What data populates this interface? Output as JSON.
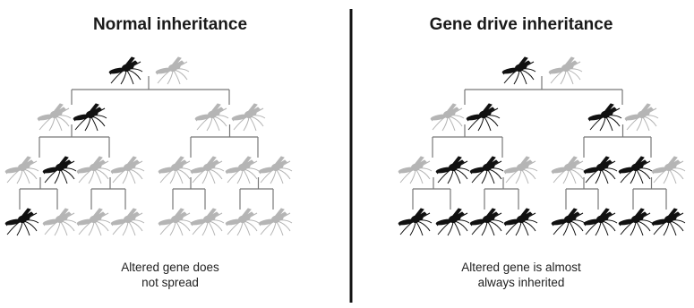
{
  "panels": [
    {
      "title": "Normal inheritance",
      "caption_lines": [
        "Altered gene does",
        "not spread"
      ],
      "generations": [
        [
          "dark",
          "light"
        ],
        [
          "light",
          "dark",
          "light",
          "light"
        ],
        [
          "light",
          "dark",
          "light",
          "light",
          "light",
          "light",
          "light",
          "light"
        ],
        [
          "dark",
          "light",
          "light",
          "light",
          "light",
          "light",
          "light",
          "light"
        ]
      ]
    },
    {
      "title": "Gene drive inheritance",
      "caption_lines": [
        "Altered gene is almost",
        "always inherited"
      ],
      "generations": [
        [
          "dark",
          "light"
        ],
        [
          "light",
          "dark",
          "dark",
          "light"
        ],
        [
          "light",
          "dark",
          "dark",
          "light",
          "light",
          "dark",
          "dark",
          "light"
        ],
        [
          "dark",
          "dark",
          "dark",
          "dark",
          "dark",
          "dark",
          "dark",
          "dark"
        ]
      ]
    }
  ],
  "colors": {
    "altered": "#111111",
    "normal": "#b5b5b5",
    "lines": "#777777",
    "divider": "#111111"
  },
  "icons": {
    "mosquito": "mosquito-icon"
  }
}
